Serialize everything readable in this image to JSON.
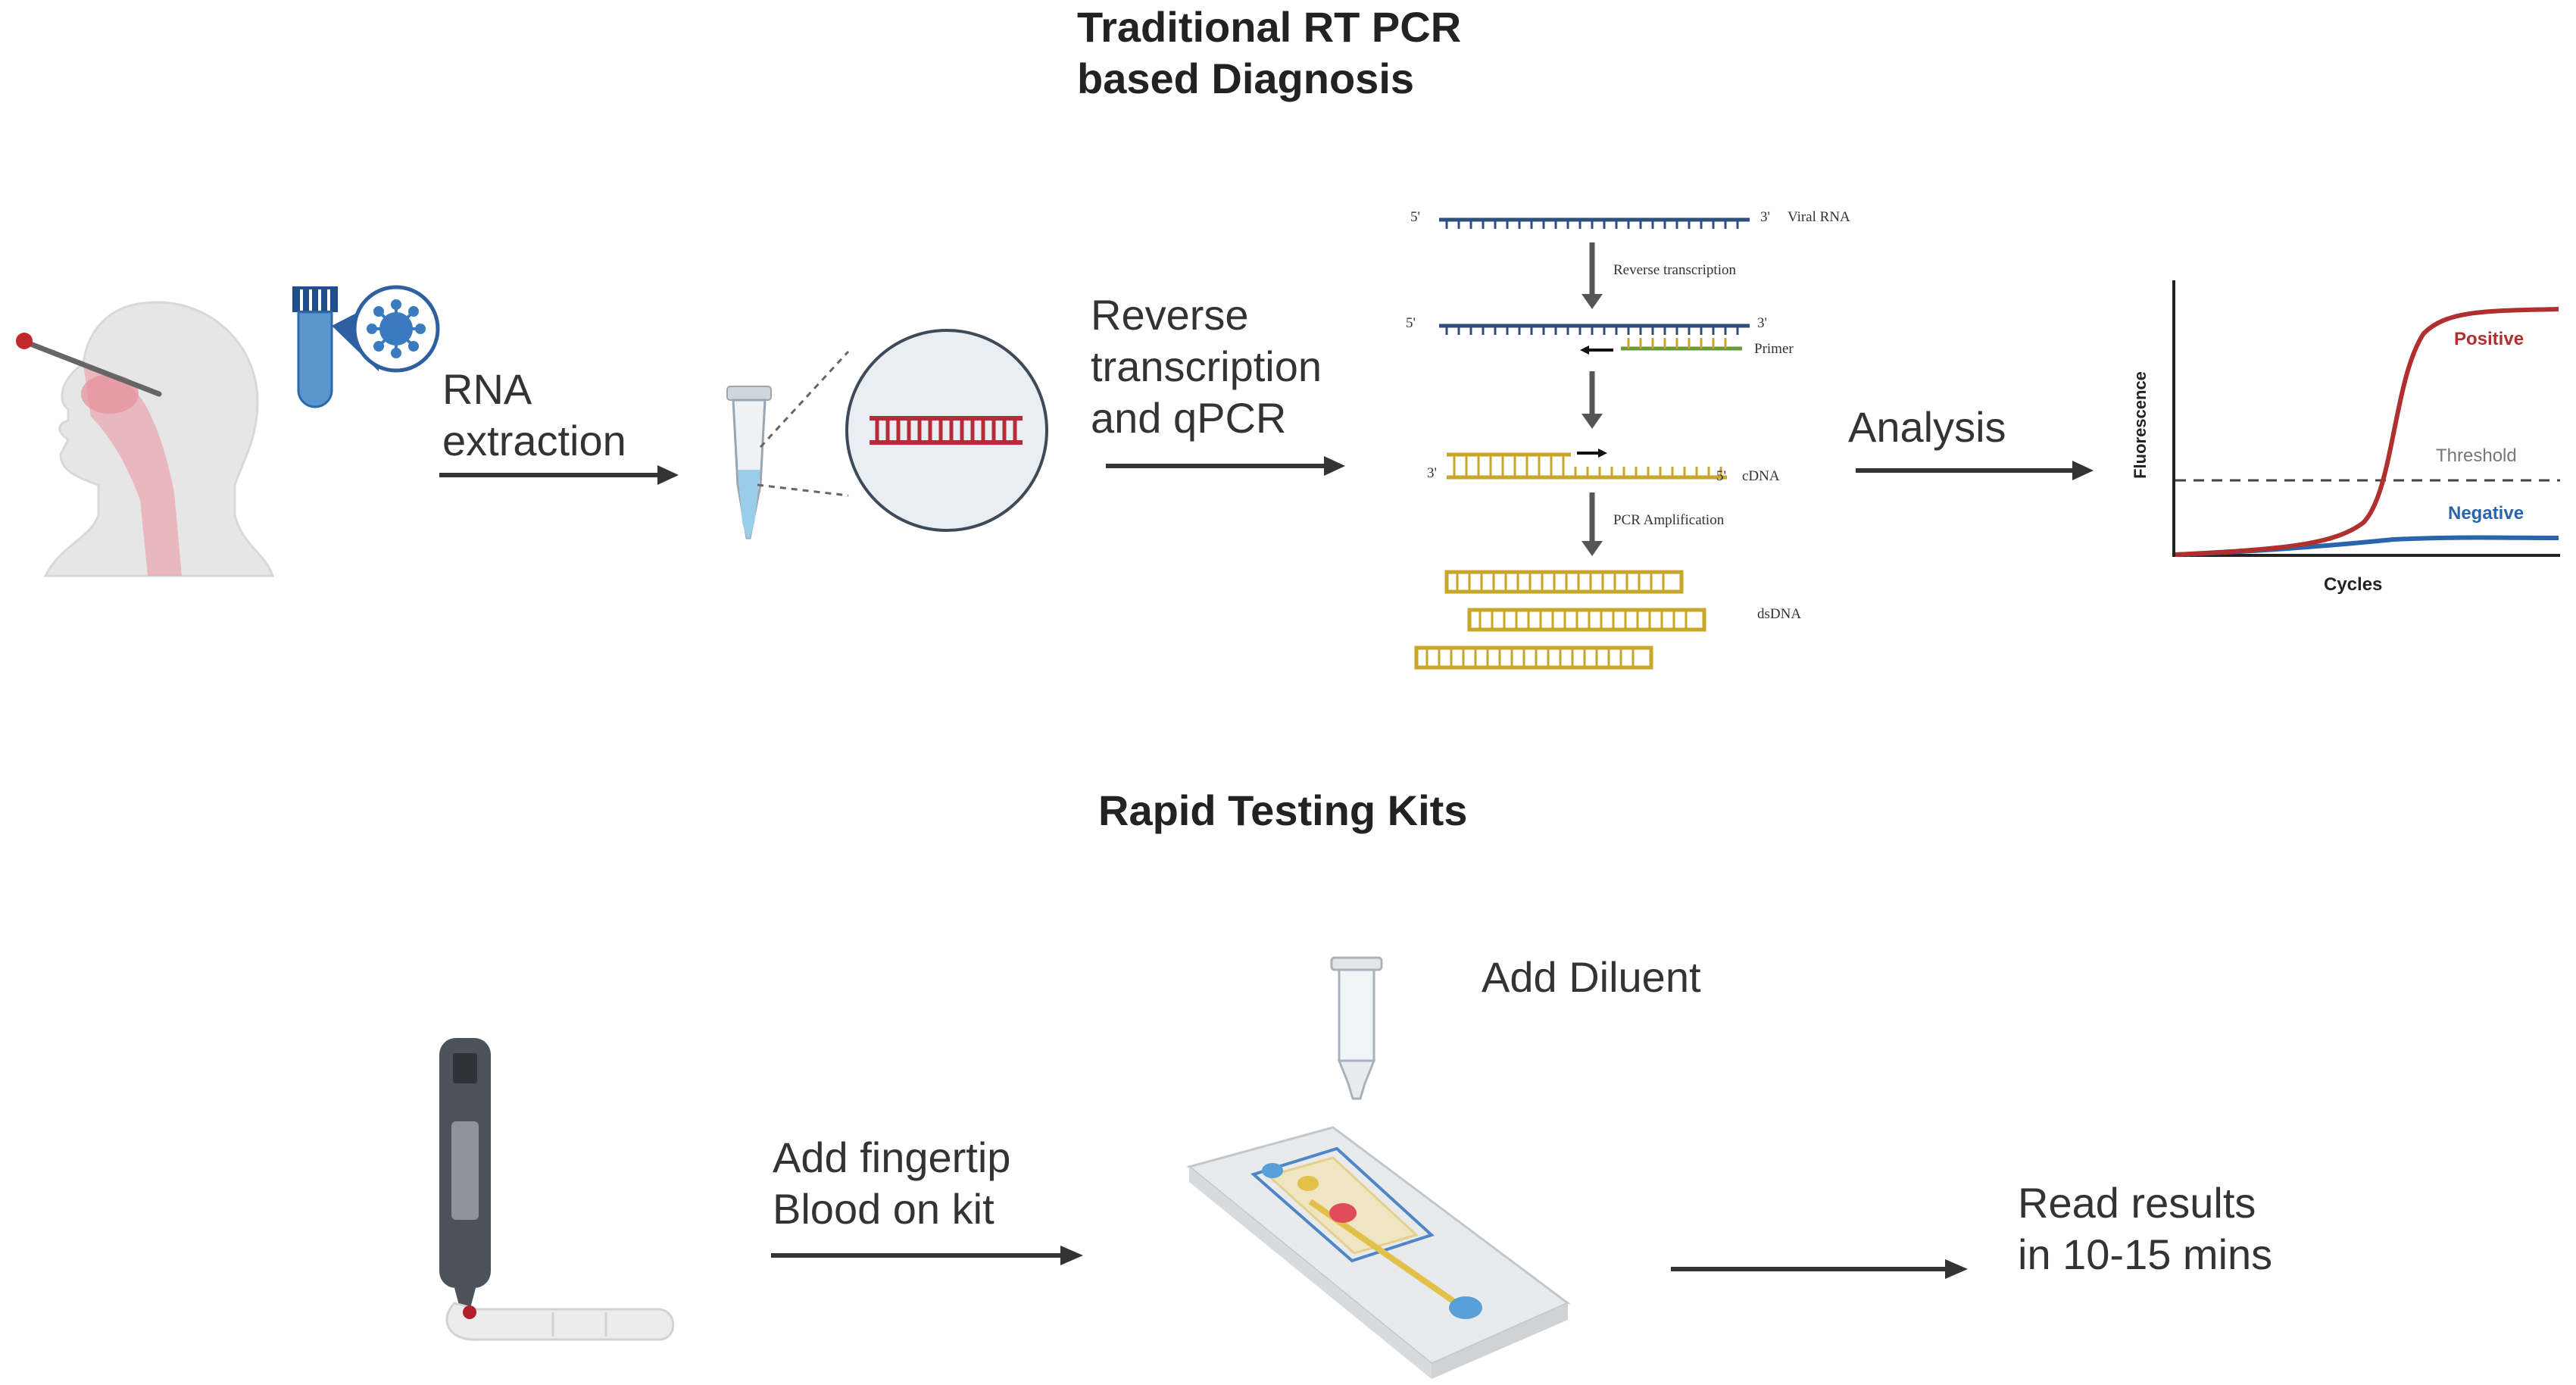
{
  "rtpcr": {
    "title": "Traditional RT PCR\nbased Diagnosis",
    "step1_label": "RNA\nextraction",
    "step2_label": "Reverse\ntranscription\nand qPCR",
    "step3_label": "Analysis",
    "rt_steps": {
      "five_prime_1": "5'",
      "three_prime_1": "3'",
      "strand1": "Viral RNA",
      "arrow1": "Reverse transcription",
      "five_prime_2": "5'",
      "three_prime_2": "3'",
      "primer": "Primer",
      "five_prime_3": "3'",
      "three_prime_3": "5'",
      "strand3": "cDNA",
      "arrow2": "PCR Amplification",
      "strand4": "dsDNA"
    },
    "chart": {
      "positive": "Positive",
      "threshold": "Threshold",
      "negative": "Negative",
      "xlabel": "Cycles",
      "ylabel": "Fluorescence",
      "colors": {
        "positive": "#b03030",
        "negative": "#2a64ad",
        "threshold": "#444444"
      }
    }
  },
  "rapid": {
    "title": "Rapid Testing Kits",
    "step1_label": "Add fingertip\nBlood on kit",
    "diluent_label": "Add Diluent",
    "result_label": "Read results\nin 10-15 mins"
  },
  "colors": {
    "arrow": "#333333",
    "rna": "#b82a3a",
    "dna_blue": "#2e4e7e",
    "dna_yellow": "#c9a62a",
    "skin": "#e8e8e8",
    "nasal": "#e9a8b0",
    "virus": "#3a7bbf"
  }
}
